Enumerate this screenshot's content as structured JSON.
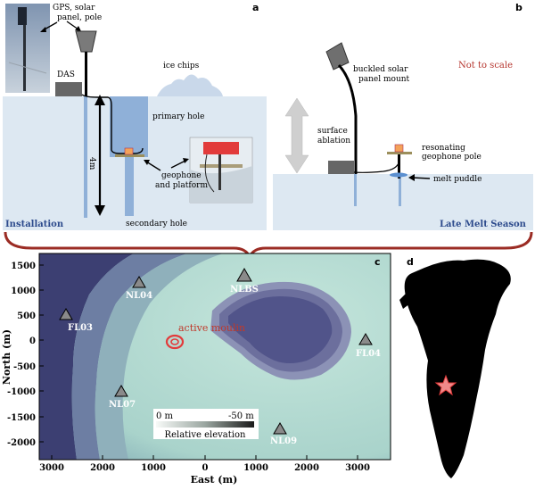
{
  "panel_a": {
    "letter": "a",
    "photo_label": "GPS, solar panel, pole",
    "photo_label_lines": [
      "GPS, solar",
      "panel, pole"
    ],
    "das_label": "DAS",
    "ice_chips_label": "ice chips",
    "primary_hole_label": "primary hole",
    "depth_label": "4m",
    "geophone_label_lines": [
      "geophone",
      "and platform"
    ],
    "secondary_hole_label": "secondary hole",
    "stage_label": "Installation"
  },
  "panel_b": {
    "letter": "b",
    "scale_note": "Not to scale",
    "buckled_label_lines": [
      "buckled solar",
      "panel mount"
    ],
    "ablation_label_lines": [
      "surface",
      "ablation"
    ],
    "resonating_label_lines": [
      "resonating",
      "geophone pole"
    ],
    "melt_puddle_label": "melt puddle",
    "stage_label": "Late Melt Season"
  },
  "panel_c": {
    "letter": "c",
    "ylabel": "North (m)",
    "xlabel": "East (m)",
    "yticks": [
      "1500",
      "1000",
      "500",
      "0",
      "-500",
      "-1000",
      "-1500",
      "-2000"
    ],
    "xticks": [
      "3000",
      "2000",
      "1000",
      "0",
      "1000",
      "2000",
      "3000"
    ],
    "moulin_label": "active moulin",
    "stations": [
      {
        "name": "NL04"
      },
      {
        "name": "NLBS"
      },
      {
        "name": "FL03"
      },
      {
        "name": "FL04"
      },
      {
        "name": "NL07"
      },
      {
        "name": "NL09"
      }
    ],
    "colorbar": {
      "left_label": "0 m",
      "right_label": "-50 m",
      "title": "Relative elevation"
    }
  },
  "panel_d": {
    "letter": "d"
  },
  "colors": {
    "ice": "#dde8f2",
    "water_hole": "#8fb0d8",
    "map_low": "#4a4f80",
    "map_high": "#b9ddd3",
    "bracket": "#9b2c24",
    "scale_note": "#b5352e",
    "stage_label": "#2c4a8c",
    "marker": "#e23b3b"
  }
}
